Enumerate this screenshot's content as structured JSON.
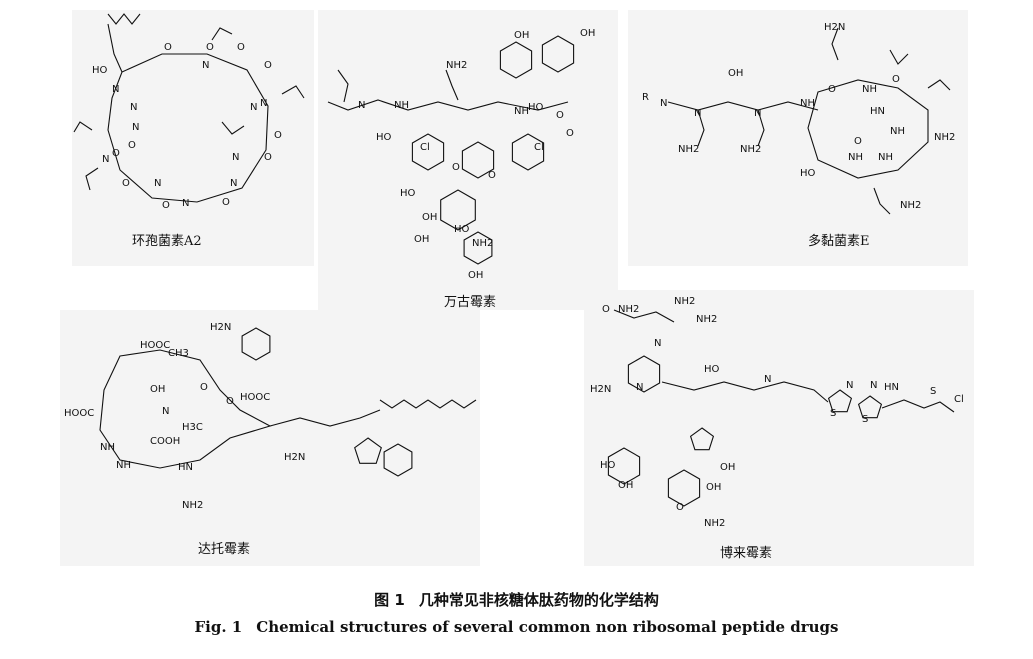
{
  "compounds": [
    {
      "name": "环孢菌素A2"
    },
    {
      "name": "万古霉素"
    },
    {
      "name": "多黏菌素E"
    },
    {
      "name": "达托霉素"
    },
    {
      "name": "博来霉素"
    }
  ],
  "figure": {
    "cn_number": "图 1",
    "cn_title": "几种常见非核糖体肽药物的化学结构",
    "en_number": "Fig. 1",
    "en_title": "Chemical structures of several common non ribosomal peptide drugs"
  },
  "atom_labels": {
    "cyclosporin": [
      "HO",
      "N",
      "N",
      "O",
      "O",
      "N",
      "O",
      "O",
      "N",
      "N",
      "O",
      "N",
      "O",
      "N",
      "O",
      "N",
      "O",
      "N",
      "O",
      "N",
      "O",
      "N",
      "O"
    ],
    "vancomycin": [
      "NH2",
      "OH",
      "OH",
      "N",
      "HO",
      "Cl",
      "Cl",
      "O",
      "O",
      "HO",
      "OH",
      "OH",
      "HO",
      "NH2",
      "OH",
      "HO",
      "NH",
      "NH",
      "O",
      "O"
    ],
    "polymyxin": [
      "H2N",
      "OH",
      "R",
      "N",
      "N",
      "N",
      "NH2",
      "NH2",
      "NH",
      "NH",
      "HN",
      "NH",
      "NH2",
      "HO",
      "NH",
      "NH",
      "NH2",
      "O",
      "O",
      "O"
    ],
    "daptomycin": [
      "H2N",
      "HOOC",
      "CH3",
      "O",
      "OH",
      "HOOC",
      "N",
      "H3C",
      "HOOC",
      "NH",
      "COOH",
      "H2N",
      "NH",
      "NH2",
      "HN",
      "O"
    ],
    "bleomycin": [
      "O",
      "NH2",
      "NH2",
      "NH2",
      "N",
      "N",
      "H2N",
      "HO",
      "N",
      "S",
      "S",
      "N",
      "N",
      "HO",
      "OH",
      "OH",
      "OH",
      "O",
      "NH2",
      "HN",
      "S",
      "Cl"
    ]
  }
}
